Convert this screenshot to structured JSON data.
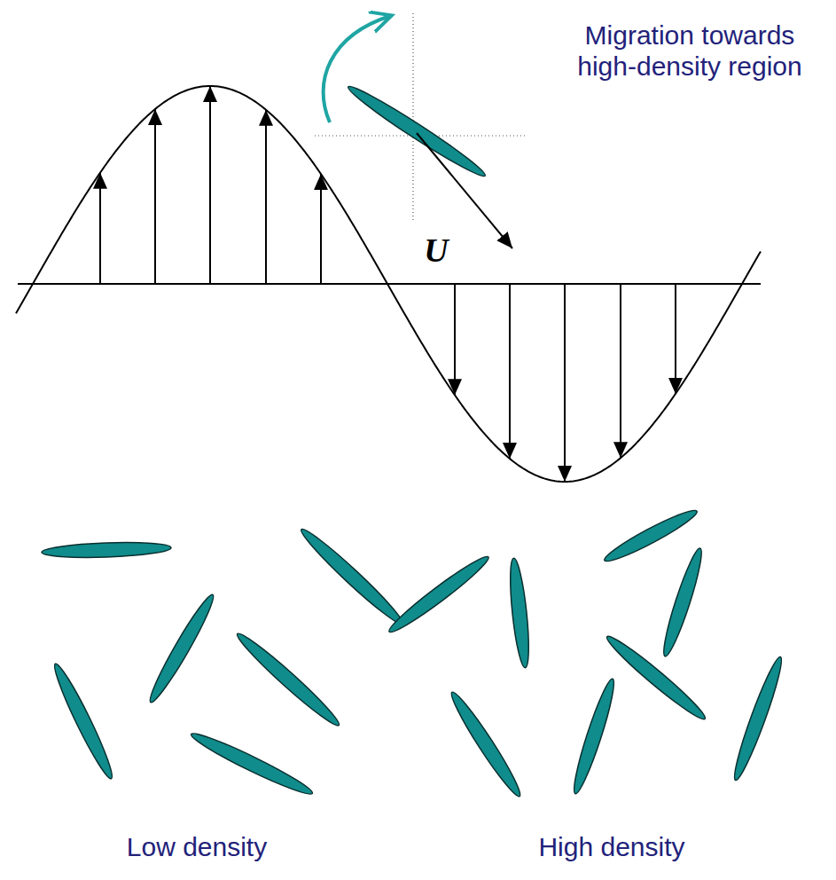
{
  "diagram": {
    "labels": [
      "Migration towards high-density region",
      "U",
      "Low density",
      "High density"
    ]
  }
}
